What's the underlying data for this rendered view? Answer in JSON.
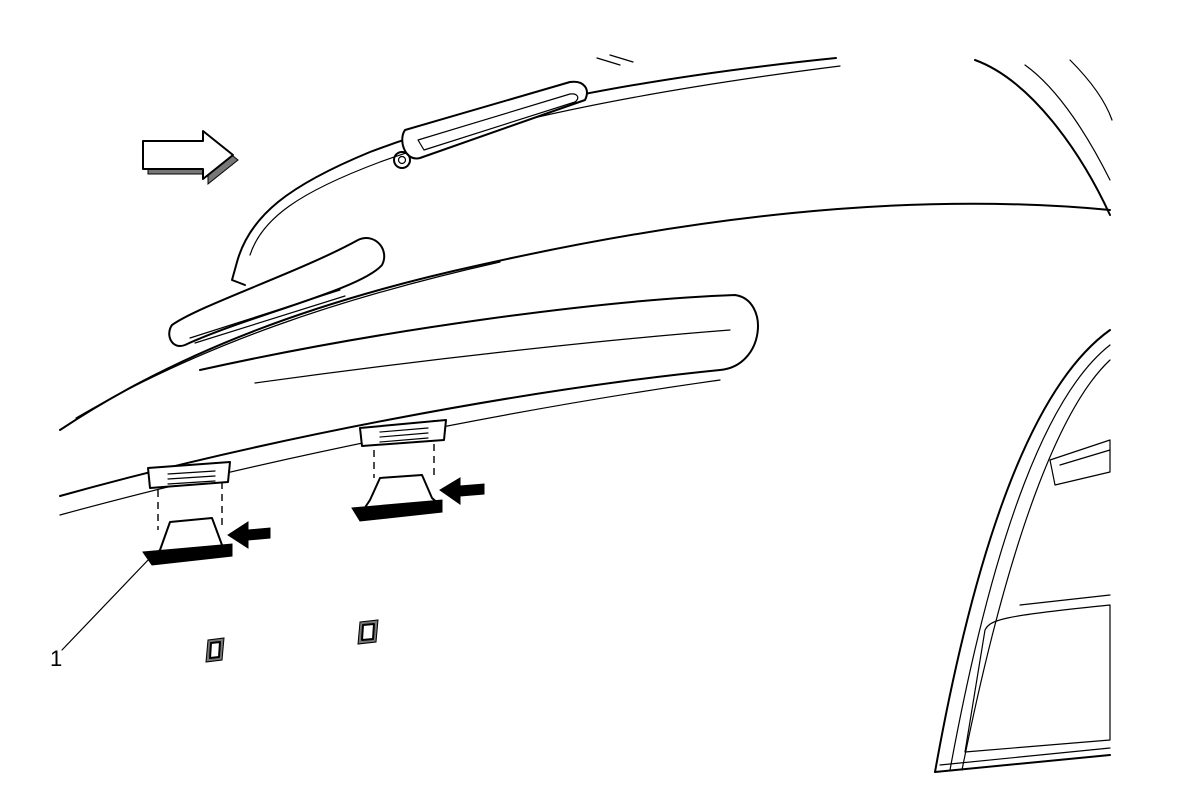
{
  "diagram": {
    "callouts": [
      {
        "label": "1",
        "target": "license-lamp-left"
      }
    ],
    "direction_arrow": "vehicle-forward-arrow",
    "components": [
      "liftgate-spoiler",
      "center-high-mounted-stop-lamp",
      "rear-wiper",
      "liftgate-applique",
      "license-lamp-left",
      "license-lamp-right",
      "license-lamp-openings",
      "rear-window"
    ]
  }
}
